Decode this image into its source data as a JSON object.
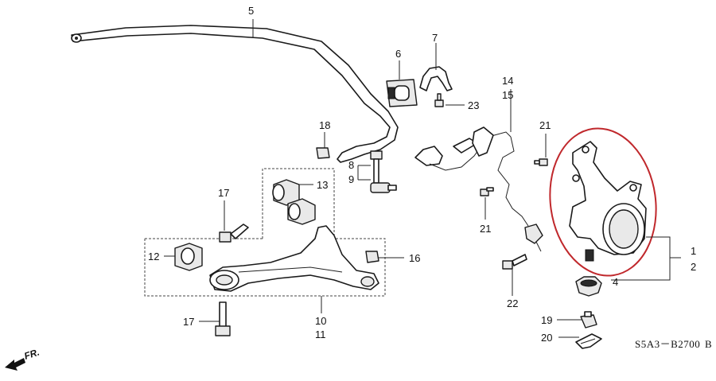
{
  "diagram": {
    "callouts": [
      "1",
      "2",
      "4",
      "5",
      "6",
      "7",
      "8",
      "9",
      "10",
      "11",
      "12",
      "13",
      "14",
      "15",
      "16",
      "17",
      "17",
      "18",
      "19",
      "20",
      "21",
      "21",
      "22",
      "23"
    ],
    "diagram_code": "S5A3－B2700",
    "diagram_code_suffix": "B",
    "front_marker": "FR.",
    "highlight_color": "#c0282c"
  }
}
